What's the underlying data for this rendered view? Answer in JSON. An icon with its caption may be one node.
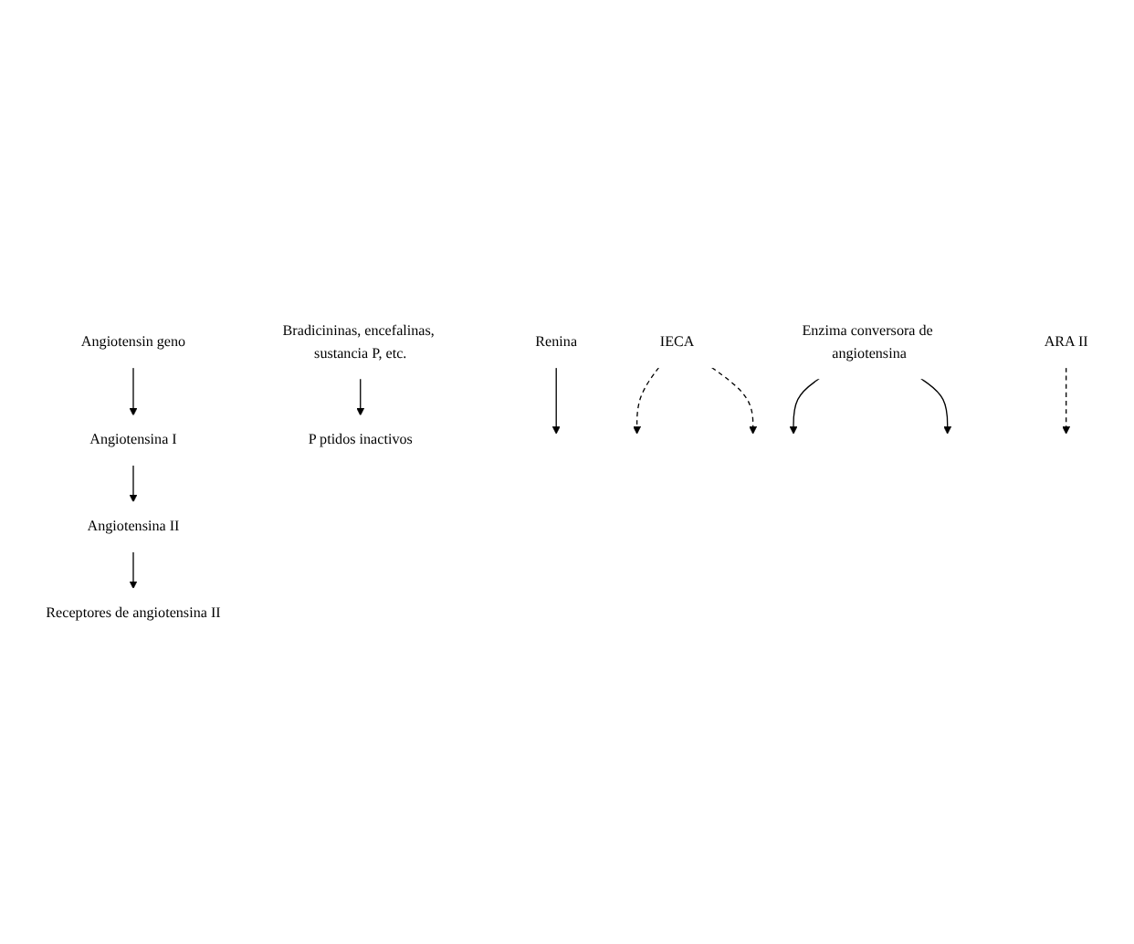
{
  "diagram": {
    "nodes": [
      {
        "text": [
          "Angiotensin geno"
        ]
      },
      {
        "text": [
          "Renina"
        ]
      },
      {
        "text": [
          "Bradicininas, encefalinas, sustancia P, etc."
        ]
      },
      {
        "text": [
          "Angiotensina I"
        ]
      },
      {
        "text": [
          "IECA"
        ]
      },
      {
        "text": [
          "Enzima conversora de angiotensina"
        ]
      },
      {
        "text": [
          "Angiotensina II"
        ]
      },
      {
        "text": [
          "ARA II"
        ]
      },
      {
        "text": [
          "Receptores de angiotensina II"
        ]
      },
      {
        "text": [
          "P ptidos inactivos"
        ]
      }
    ],
    "edges": [
      {
        "from": 0,
        "to": 3,
        "arrow": "to"
      },
      {
        "from": 1,
        "to": null,
        "arrow": "to"
      },
      {
        "from": 2,
        "to": 9,
        "arrow": "to"
      },
      {
        "from": 3,
        "to": 6,
        "arrow": "to"
      },
      {
        "from": 4,
        "to": null,
        "arrow": "to",
        "style": "dashed"
      },
      {
        "from": 4,
        "to": null,
        "arrow": "to",
        "style": "dashed"
      },
      {
        "from": 5,
        "to": null,
        "arrow": "to"
      },
      {
        "from": 5,
        "to": null,
        "arrow": "to"
      },
      {
        "from": 6,
        "to": 8,
        "arrow": "to"
      },
      {
        "from": 7,
        "to": null,
        "arrow": "to",
        "style": "dashed"
      }
    ]
  }
}
